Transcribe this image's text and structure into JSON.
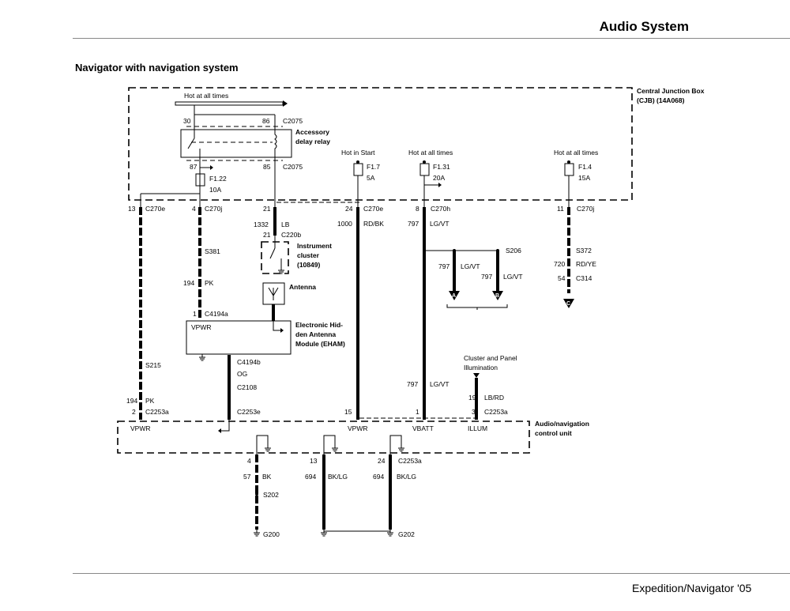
{
  "header": {
    "title": "Audio System",
    "subtitle": "Navigator with navigation system",
    "footer": "Expedition/Navigator '05"
  },
  "cjb": {
    "label1": "Central Junction Box",
    "label2": "(CJB) (14A068)",
    "bus": "Hot at all times"
  },
  "relay": {
    "pin30": "30",
    "pin86": "86",
    "pin87": "87",
    "pin85": "85",
    "conn_top": "C2075",
    "conn_bot": "C2075",
    "label1": "Accessory",
    "label2": "delay relay"
  },
  "fuses": [
    {
      "name": "F1.22",
      "rating": "10A"
    },
    {
      "name": "F1.7",
      "rating": "5A",
      "source": "Hot in Start"
    },
    {
      "name": "F1.31",
      "rating": "20A",
      "source": "Hot at all times"
    },
    {
      "name": "F1.4",
      "rating": "15A",
      "source": "Hot at all times"
    }
  ],
  "cjb_pins": [
    {
      "pin": "13",
      "conn": "C270e"
    },
    {
      "pin": "4",
      "conn": "C270j"
    },
    {
      "pin": "21",
      "conn": ""
    },
    {
      "pin": "24",
      "conn": "C270e"
    },
    {
      "pin": "8",
      "conn": "C270h"
    },
    {
      "pin": "11",
      "conn": "C270j"
    }
  ],
  "wires": {
    "lb": {
      "circuit": "1332",
      "color": "LB",
      "pin": "21",
      "conn": "C220b"
    },
    "pk_top": {
      "splice": "S381",
      "circuit": "194",
      "color": "PK",
      "pin": "1",
      "conn": "C4194a"
    },
    "rdbk": {
      "circuit": "1000",
      "color": "RD/BK"
    },
    "lgvt": {
      "circuit": "797",
      "color": "LG/VT",
      "splice": "S206"
    },
    "lgvt_a": {
      "circuit": "797",
      "color": "LG/VT",
      "arrow": "A"
    },
    "lgvt_b": {
      "circuit": "797",
      "color": "LG/VT",
      "arrow": "B"
    },
    "rdye": {
      "splice": "S372",
      "circuit": "720",
      "color": "RD/YE",
      "pin": "54",
      "conn": "C314",
      "arrow": "C"
    },
    "pk_left": {
      "splice": "S215",
      "circuit": "194",
      "color": "PK",
      "pin": "2",
      "conn": "C2253a"
    },
    "og": {
      "conn1": "C4194b",
      "color": "OG",
      "conn2": "C2108",
      "conn3": "C2253e"
    },
    "lgvt_low": {
      "circuit": "797",
      "color": "LG/VT",
      "pin": "1"
    },
    "rdbk_pin": "15",
    "illum": {
      "source1": "Cluster and Panel",
      "source2": "Illumination",
      "circuit": "19",
      "color": "LB/RD",
      "pin": "3",
      "conn": "C2253a"
    },
    "gnd1": {
      "pin": "4",
      "circuit": "57",
      "color": "BK",
      "splice": "S202",
      "ground": "G200"
    },
    "gnd2": {
      "pin": "13",
      "circuit": "694",
      "color": "BK/LG"
    },
    "gnd3": {
      "pin": "24",
      "conn": "C2253a",
      "circuit": "694",
      "color": "BK/LG",
      "ground": "G202"
    }
  },
  "cluster": {
    "label1": "Instrument",
    "label2": "cluster",
    "label3": "(10849)"
  },
  "antenna": {
    "label": "Antenna"
  },
  "eham": {
    "pin": "VPWR",
    "label1": "Electronic Hid-",
    "label2": "den Antenna",
    "label3": "Module (EHAM)"
  },
  "acu": {
    "label1": "Audio/navigation",
    "label2": "control unit",
    "pins": [
      "VPWR",
      "VPWR",
      "VBATT",
      "ILLUM"
    ]
  }
}
